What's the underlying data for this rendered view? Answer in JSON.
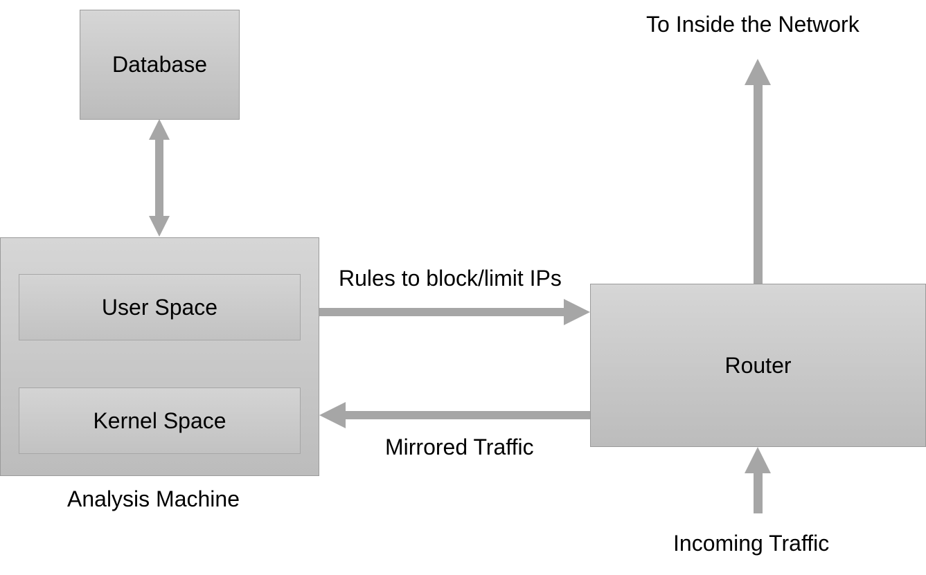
{
  "diagram": {
    "nodes": {
      "database": "Database",
      "analysis_machine": "Analysis Machine",
      "user_space": "User Space",
      "kernel_space": "Kernel Space",
      "router": "Router"
    },
    "edges": {
      "rules": "Rules to block/limit IPs",
      "mirrored": "Mirrored Traffic",
      "to_inside": "To Inside the Network",
      "incoming": "Incoming Traffic"
    },
    "colors": {
      "arrow": "#a6a6a6",
      "box_top": "#d6d6d6",
      "box_bottom": "#bcbcbc",
      "border": "#9a9a9a"
    }
  }
}
